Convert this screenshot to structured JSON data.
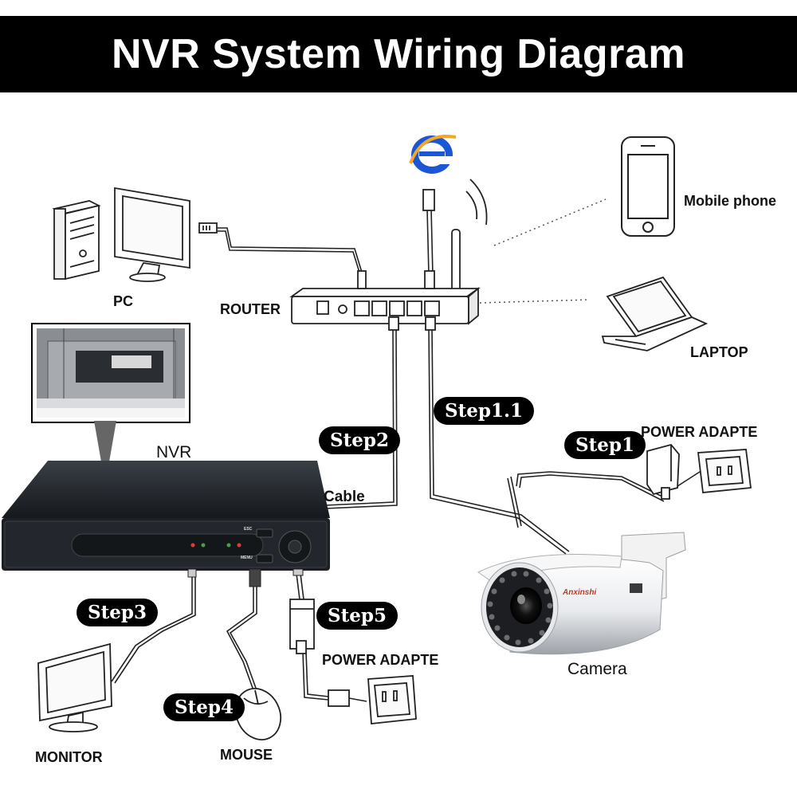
{
  "title": "NVR System Wiring Diagram",
  "devices": {
    "pc": "PC",
    "router": "ROUTER",
    "mobile_phone": "Mobile phone",
    "laptop": "LAPTOP",
    "nvr": "NVR",
    "monitor": "MONITOR",
    "mouse": "MOUSE",
    "camera": "Camera",
    "camera_brand": "Anxinshi",
    "power_adapter_camera": "POWER ADAPTE",
    "power_adapter_nvr": "POWER ADAPTE"
  },
  "cable_label": "Cable",
  "steps": {
    "step1": "Step1",
    "step1_1": "Step1.1",
    "step2": "Step2",
    "step3": "Step3",
    "step4": "Step4",
    "step5": "Step5"
  },
  "nvr_buttons": {
    "esc": "ESC",
    "menu": "MENU"
  },
  "colors": {
    "title_bg": "#000000",
    "title_text": "#ffffff",
    "ie_blue": "#1a56d6",
    "nvr_body": "#1c1f24"
  },
  "icons": [
    "internet-explorer-icon",
    "wifi-signal-icon",
    "power-outlet-icon",
    "ir-led-icon"
  ]
}
